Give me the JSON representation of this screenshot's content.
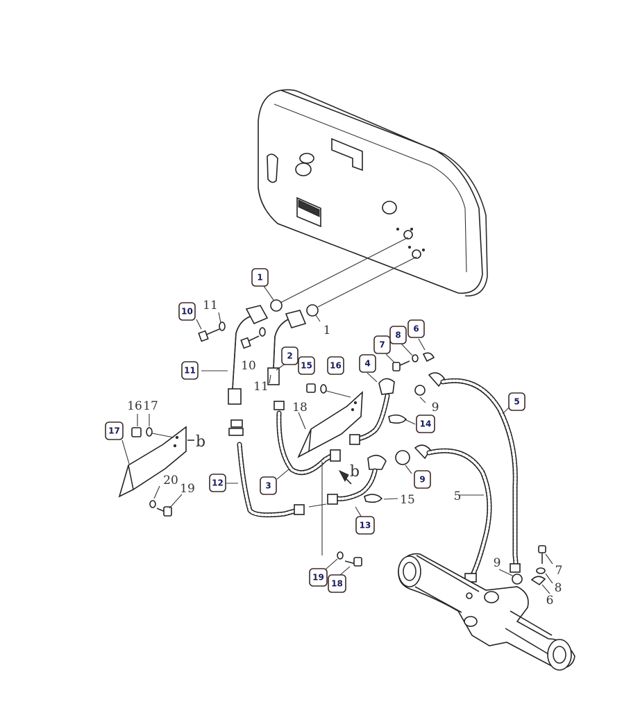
{
  "badges": [
    "1",
    "10",
    "11",
    "2",
    "15",
    "16",
    "4",
    "7",
    "8",
    "6",
    "5",
    "14",
    "17",
    "12",
    "3",
    "9",
    "13",
    "19",
    "18"
  ],
  "plain_labels": [
    "11",
    "1",
    "10",
    "11",
    "9",
    "16",
    "17",
    "18",
    "b",
    "b",
    "20",
    "19",
    "15",
    "5",
    "9",
    "7",
    "8",
    "6"
  ],
  "colors": {
    "badge_border": "#3a2a2a",
    "badge_text": "#1a1a5e",
    "line": "#222222"
  }
}
